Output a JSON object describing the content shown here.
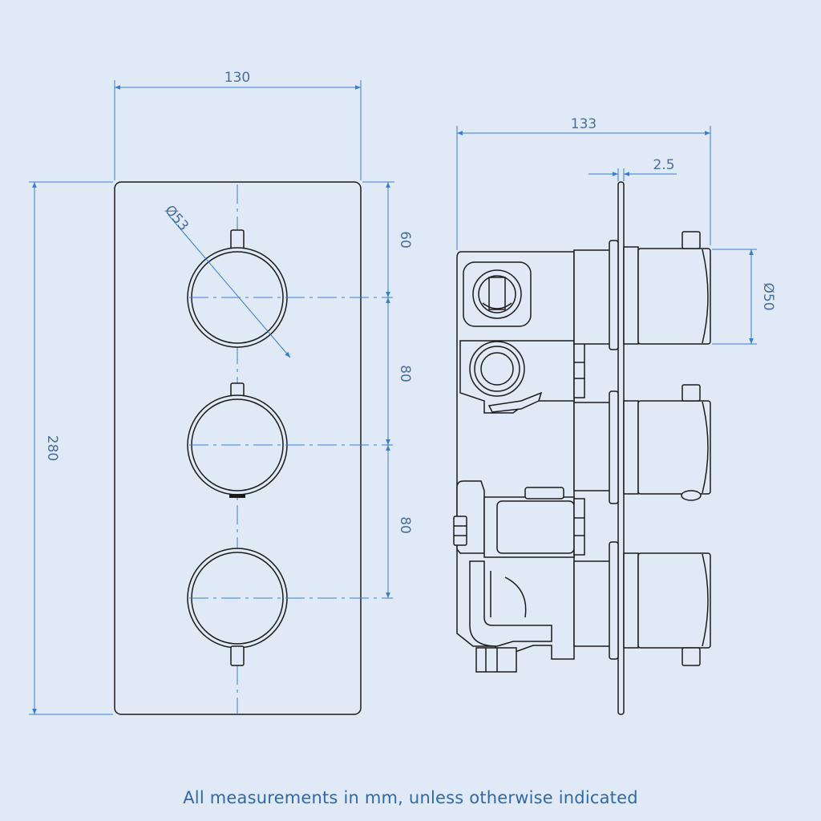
{
  "colors": {
    "background": "#dfeaf6",
    "outline": "#1b1b1b",
    "dimension_line": "#3a7bd5",
    "dimension_text": "#4a6e9a",
    "footer_text": "#2f69a8"
  },
  "front_view": {
    "width_label": "130",
    "height_label": "280",
    "spacing_labels": [
      "60",
      "80",
      "80"
    ],
    "knob_diameter_label": "Ø53"
  },
  "side_view": {
    "depth_label": "133",
    "plate_label": "2.5",
    "knob_diameter_label": "Ø50"
  },
  "footer": {
    "note": "All measurements in mm, unless otherwise indicated"
  }
}
